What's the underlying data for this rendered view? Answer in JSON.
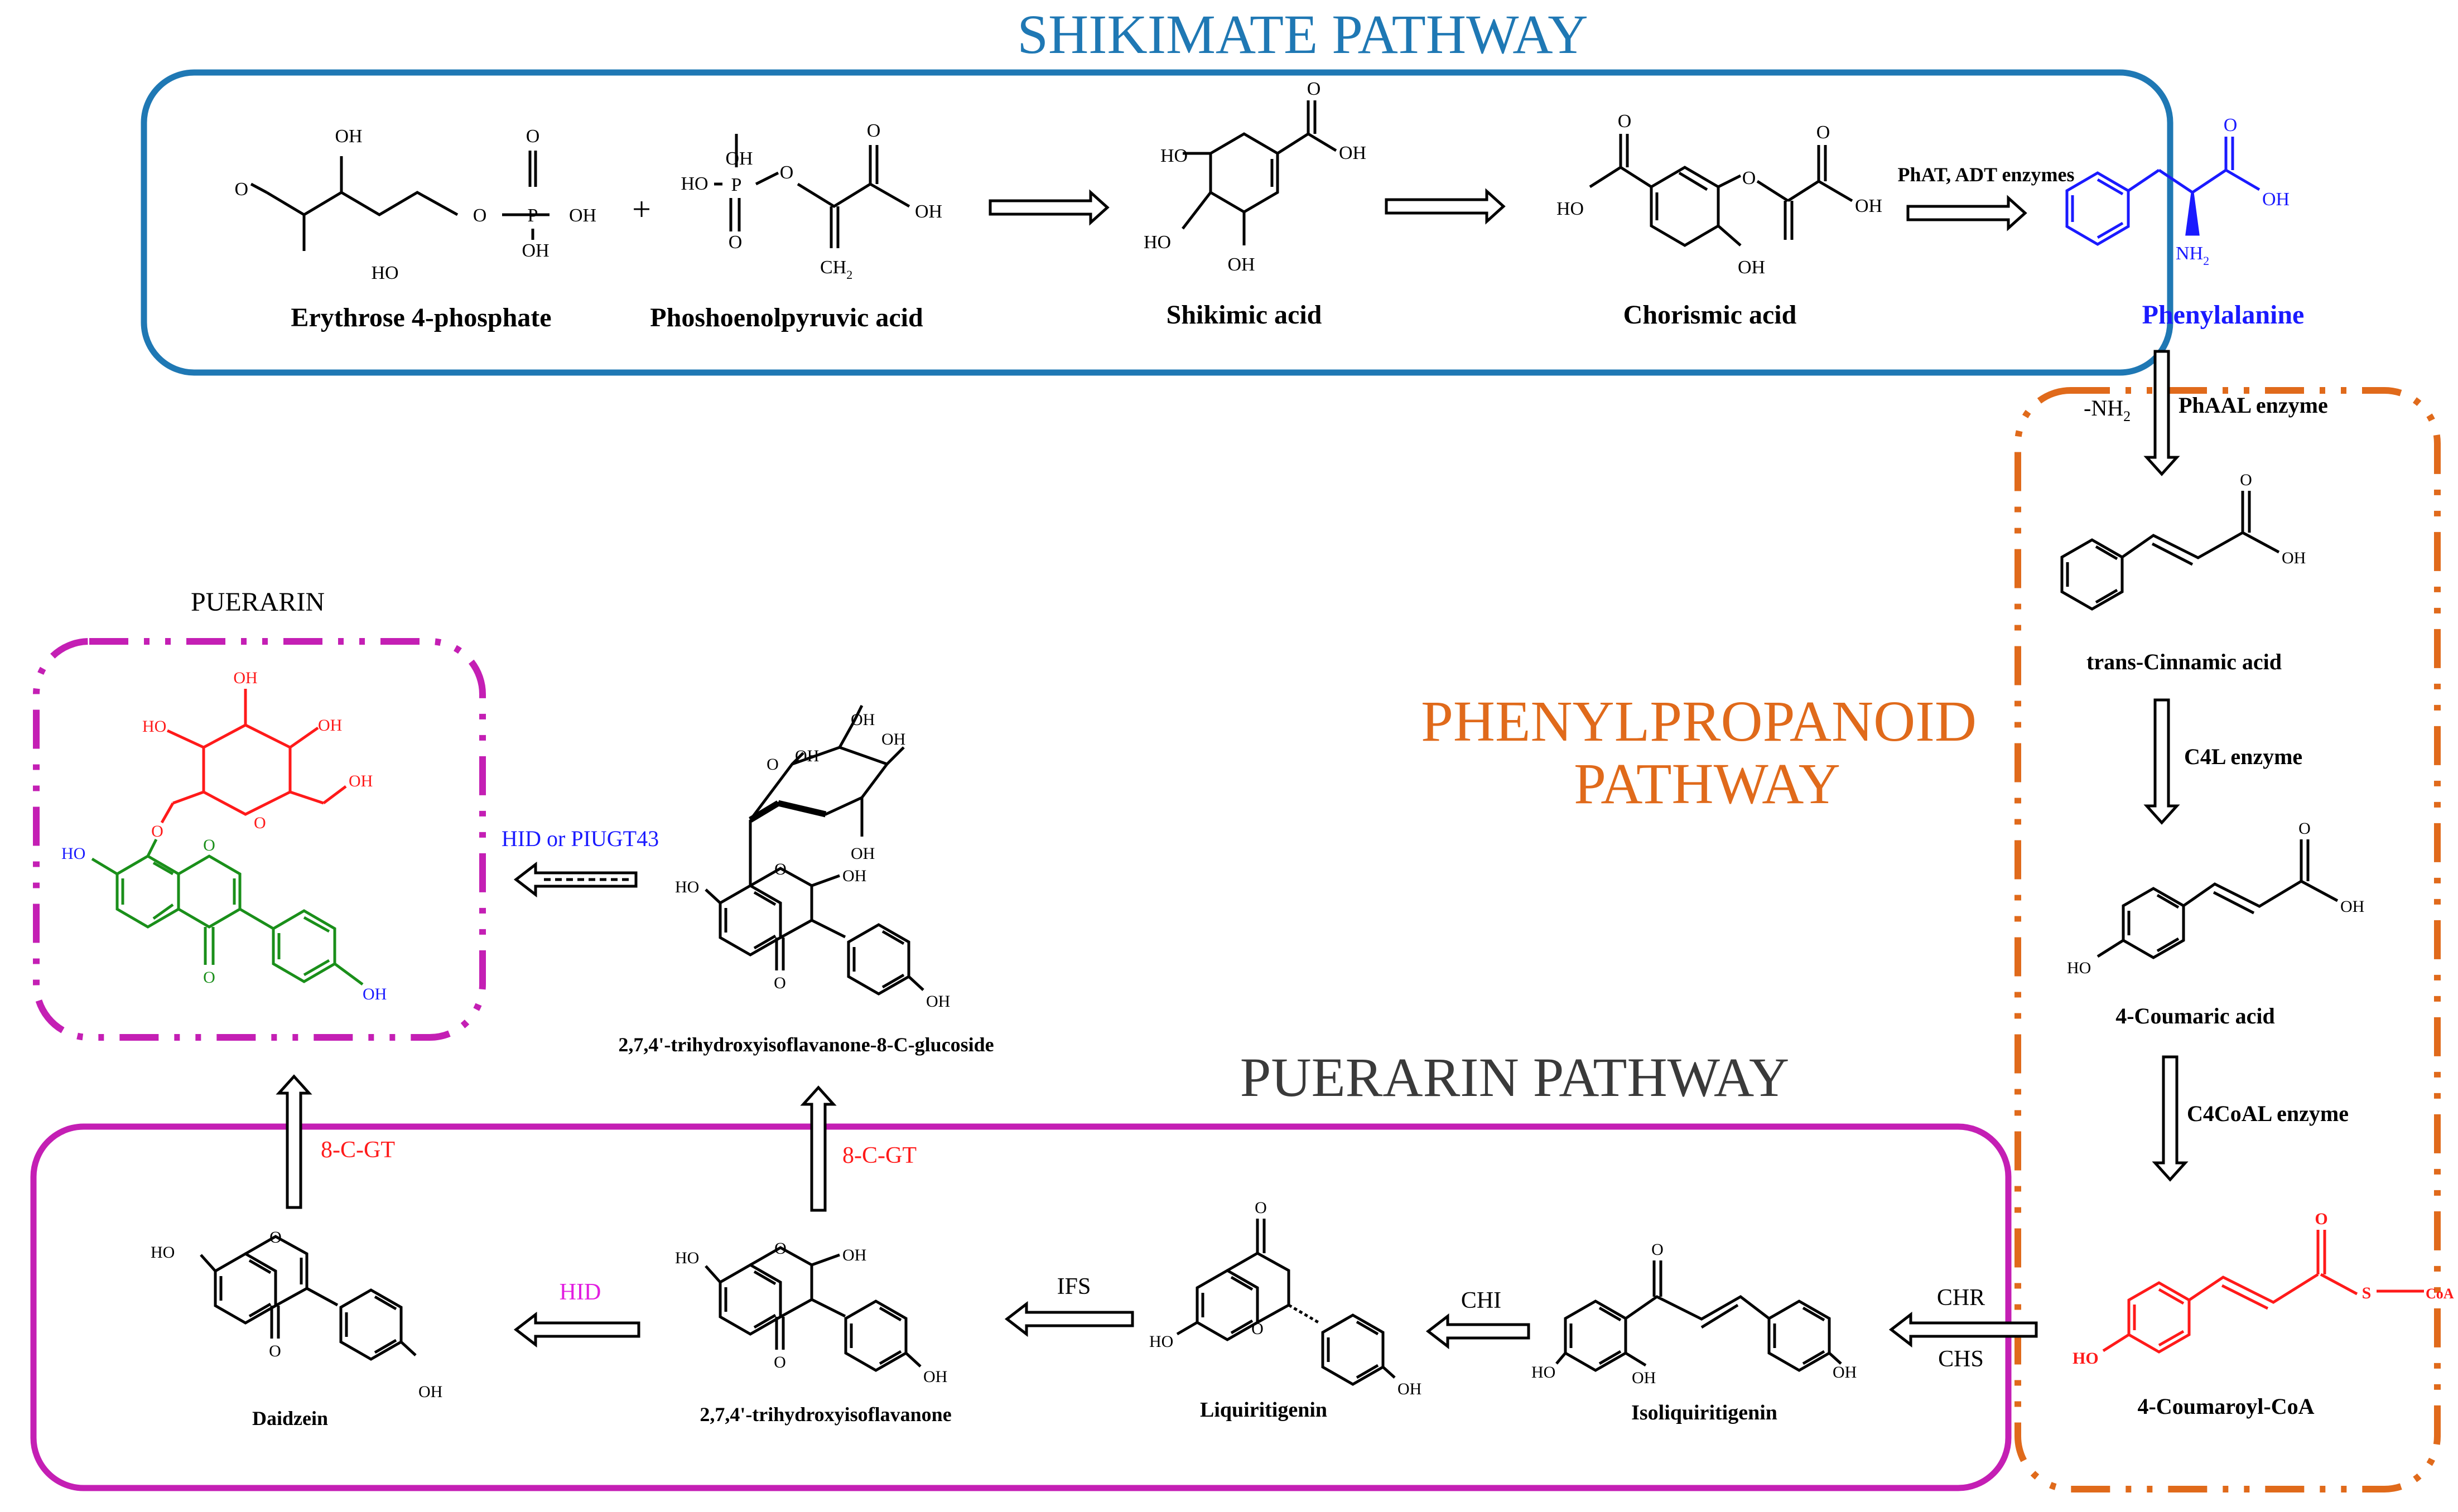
{
  "colors": {
    "shikimate": "#1f78b4",
    "phenylpropanoid": "#e06a1b",
    "puerarin_box": "#c41fb4",
    "puerarin_title": "#3a3a3a",
    "glucose": "#ff1a1a",
    "isoflavone": "#1a8f1a",
    "hydroxyl": "#1a1aff",
    "phe": "#1a1aff",
    "enzyme_red": "#ff1a1a",
    "hid_magenta": "#e21de0"
  },
  "titles": {
    "shikimate": "SHIKIMATE PATHWAY",
    "phenylpropanoid_l1": "PHENYLPROPANOID",
    "phenylpropanoid_l2": "PATHWAY",
    "puerarin_pathway": "PUERARIN PATHWAY",
    "puerarin_product": "PUERARIN"
  },
  "compounds": {
    "e4p": "Erythrose 4-phosphate",
    "pep": "Phoshoenolpyruvic acid",
    "shikimic": "Shikimic acid",
    "chorismic": "Chorismic acid",
    "phe": "Phenylalanine",
    "cinnamic": "trans-Cinnamic acid",
    "coumaric": "4-Coumaric acid",
    "coumaroylcoa": "4-Coumaroyl-CoA",
    "isoliq": "Isoliquiritigenin",
    "liq": "Liquiritigenin",
    "trihydroxy": "2,7,4'-trihydroxyisoflavanone",
    "daidzein": "Daidzein",
    "glucoside": "2,7,4'-trihydroxyisoflavanone-8-C-glucoside"
  },
  "enzymes": {
    "phat_adt": "PhAT, ADT enzymes",
    "nh2": "-NH",
    "nh2_sub": "2",
    "phaal": "PhAAL enzyme",
    "c4l": "C4L enzyme",
    "c4coal": "C4CoAL enzyme",
    "chr": "CHR",
    "chs": "CHS",
    "chi": "CHI",
    "ifs": "IFS",
    "hid": "HID",
    "cgt_left": "8-C-GT",
    "cgt_mid": "8-C-GT",
    "hid_piugt": "HID or PIUGT43"
  },
  "atoms": {
    "oh": "OH",
    "ho": "HO",
    "o": "O",
    "p": "P",
    "ch2": "CH",
    "ch2_sub": "2",
    "nh2": "NH",
    "nh2_sub": "2",
    "s": "S",
    "coa": "CoA",
    "plus": "+"
  }
}
